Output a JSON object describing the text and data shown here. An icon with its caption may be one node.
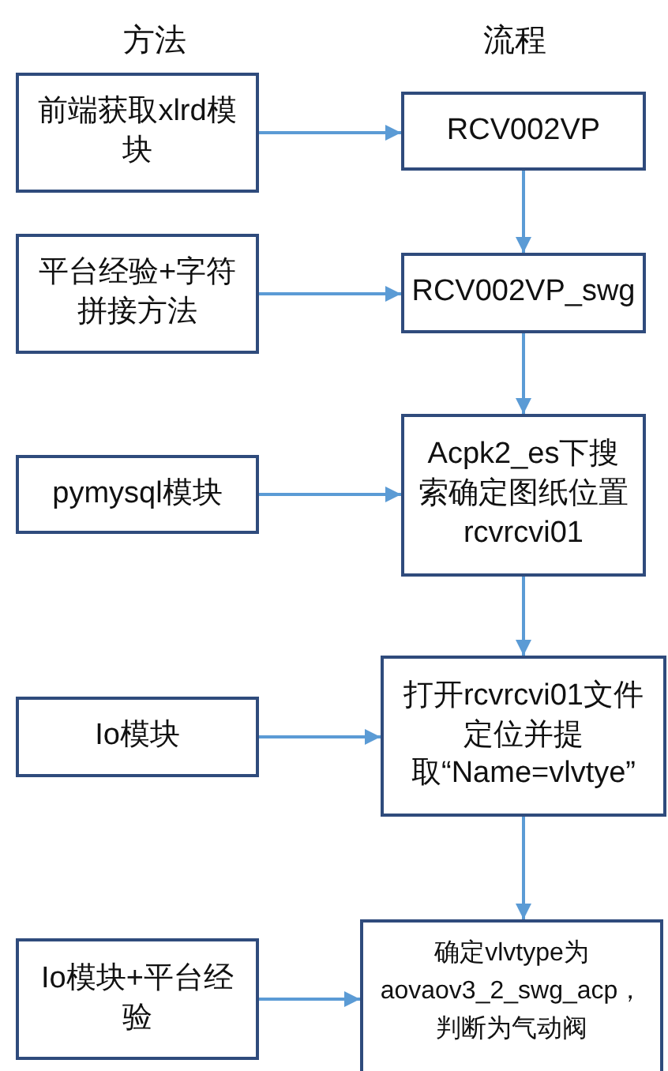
{
  "diagram": {
    "nodes": [
      {
        "text": [
          "前端获取xlrd模块"
        ]
      },
      {
        "text": [
          "RCV002VP"
        ]
      },
      {
        "text": [
          "平台经验+字符拼接方法"
        ]
      },
      {
        "text": [
          "RCV002VP_swg"
        ]
      },
      {
        "text": [
          "pymysql模块"
        ]
      },
      {
        "text": [
          "Acpk2_es下搜索确定图纸位置rcvrcvi01"
        ]
      },
      {
        "text": [
          "Io模块"
        ]
      },
      {
        "text": [
          "打开rcvrcvi01文件定位并提取“Name=vlvtye”"
        ]
      },
      {
        "text": [
          "Io模块+平台经验"
        ]
      },
      {
        "text": [
          "确定vlvtype为aovaov3_2_swg_acp，判断为气动阀"
        ]
      }
    ],
    "edges": [
      {
        "from": 0,
        "to": 1,
        "arrow": "to"
      },
      {
        "from": 1,
        "to": 3,
        "arrow": "to"
      },
      {
        "from": 2,
        "to": 3,
        "arrow": "to"
      },
      {
        "from": 3,
        "to": 5,
        "arrow": "to"
      },
      {
        "from": 4,
        "to": 5,
        "arrow": "to"
      },
      {
        "from": 5,
        "to": 7,
        "arrow": "to"
      },
      {
        "from": 6,
        "to": 7,
        "arrow": "to"
      },
      {
        "from": 7,
        "to": 9,
        "arrow": "to"
      },
      {
        "from": 8,
        "to": 9,
        "arrow": "to"
      }
    ],
    "labels": [
      "方法",
      "流程"
    ]
  }
}
